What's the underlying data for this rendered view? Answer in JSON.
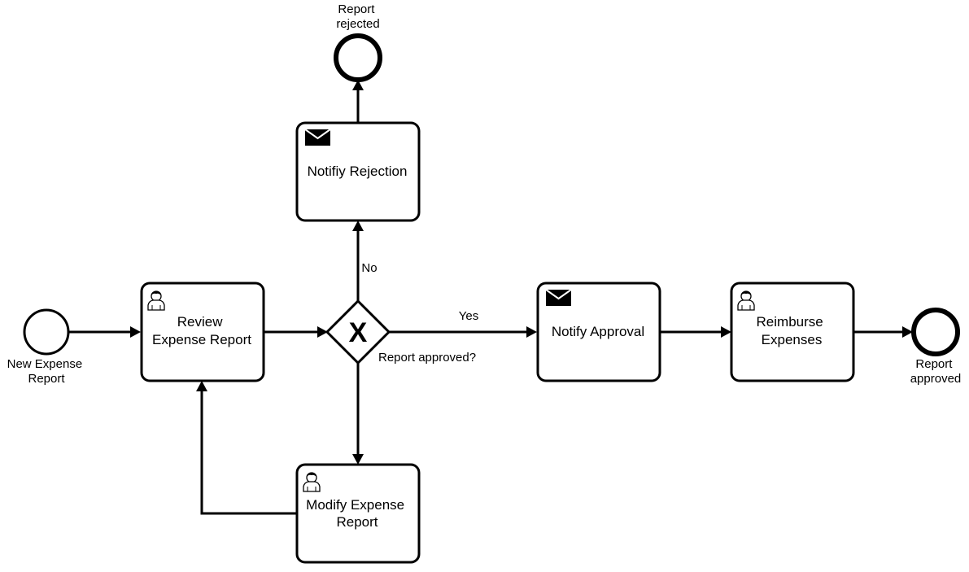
{
  "events": {
    "start": {
      "label_lines": [
        "New Expense",
        "Report"
      ]
    },
    "end_rejected": {
      "label_lines": [
        "Report",
        "rejected"
      ]
    },
    "end_approved": {
      "label_lines": [
        "Report",
        "approved"
      ]
    }
  },
  "tasks": {
    "review": {
      "type": "user",
      "label_lines": [
        "Review",
        "Expense Report"
      ],
      "icon": "user-icon"
    },
    "notify_rejection": {
      "type": "send",
      "label_lines": [
        "Notifiy Rejection"
      ],
      "icon": "envelope-icon"
    },
    "notify_approval": {
      "type": "send",
      "label_lines": [
        "Notify Approval"
      ],
      "icon": "envelope-icon"
    },
    "reimburse": {
      "type": "user",
      "label_lines": [
        "Reimburse",
        "Expenses"
      ],
      "icon": "user-icon"
    },
    "modify": {
      "type": "user",
      "label_lines": [
        "Modify Expense",
        "Report"
      ],
      "icon": "user-icon"
    }
  },
  "gateway": {
    "type": "exclusive",
    "marker": "X",
    "label": "Report approved?"
  },
  "flows": {
    "yes_label": "Yes",
    "no_label": "No"
  }
}
